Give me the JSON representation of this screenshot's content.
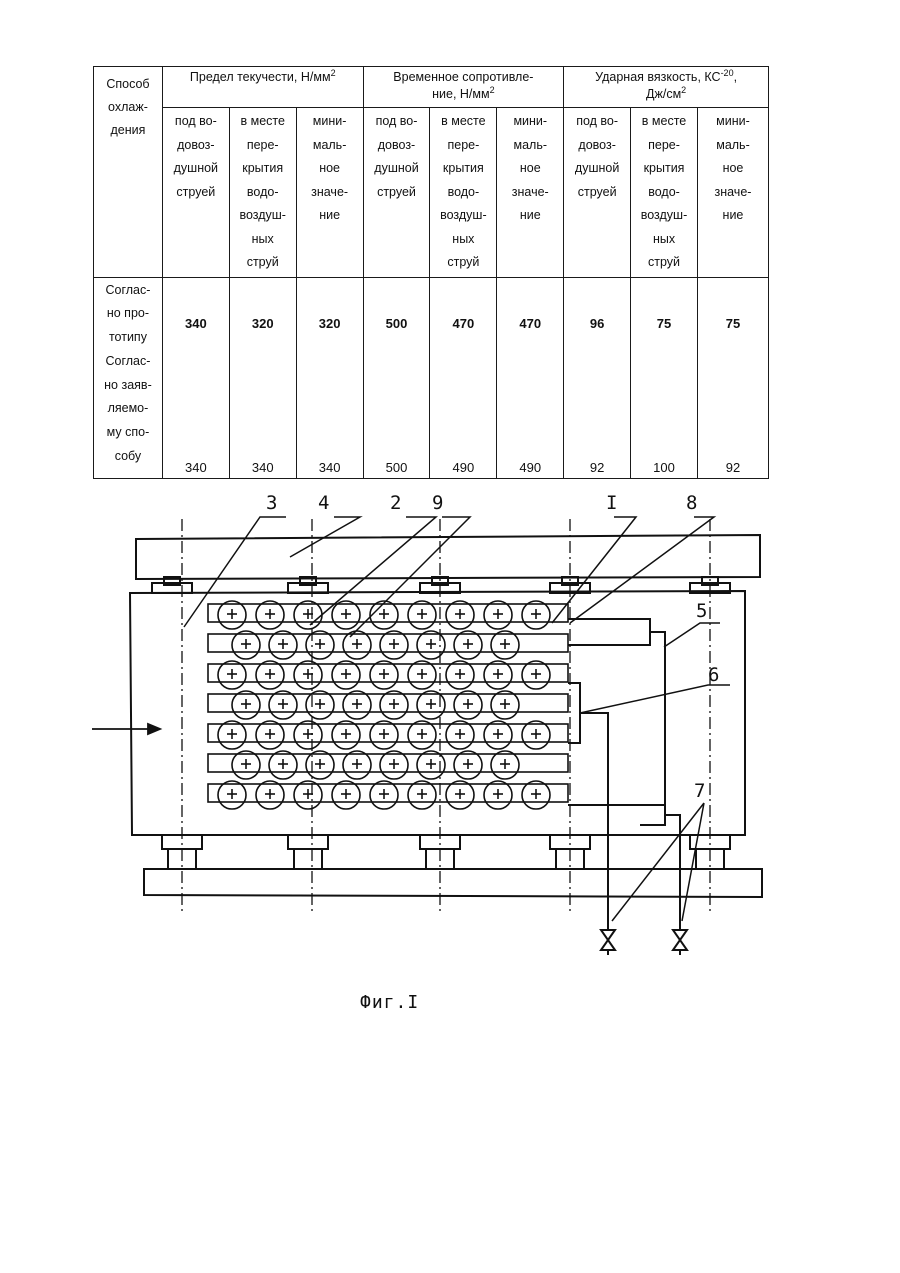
{
  "table": {
    "method_header": [
      "Способ",
      "охлаж-",
      "дения"
    ],
    "groups": [
      {
        "title_html_parts": [
          "Предел  текучести, Н/мм",
          "2"
        ]
      },
      {
        "title_html_parts": [
          "Временное сопротивле-",
          "ние, Н/мм",
          "2"
        ]
      },
      {
        "title_html_parts": [
          "Ударная вязкость, КС",
          "-20",
          ",",
          "Дж/см",
          "2"
        ]
      }
    ],
    "sub_headers": [
      [
        "под во-",
        "довоз-",
        "душной",
        "струей"
      ],
      [
        "в месте",
        "пере-",
        "крытия",
        "водо-",
        "воздуш-",
        "ных",
        "струй"
      ],
      [
        "мини-",
        "маль-",
        "ное",
        "значе-",
        "ние"
      ]
    ],
    "row_labels": [
      [
        "Соглас-",
        "но про-",
        "тотипу"
      ],
      [
        "Соглас-",
        "но заяв-",
        "ляемо-",
        "му спо-",
        "собу"
      ]
    ],
    "values_prototype": [
      "340",
      "320",
      "320",
      "500",
      "470",
      "470",
      "96",
      "75",
      "75"
    ],
    "values_claimed": [
      "340",
      "340",
      "340",
      "500",
      "490",
      "490",
      "92",
      "100",
      "92"
    ]
  },
  "figure": {
    "callouts": [
      "3",
      "4",
      "2",
      "9",
      "I",
      "8",
      "5",
      "6",
      "7"
    ],
    "caption": "Фиг.I"
  }
}
